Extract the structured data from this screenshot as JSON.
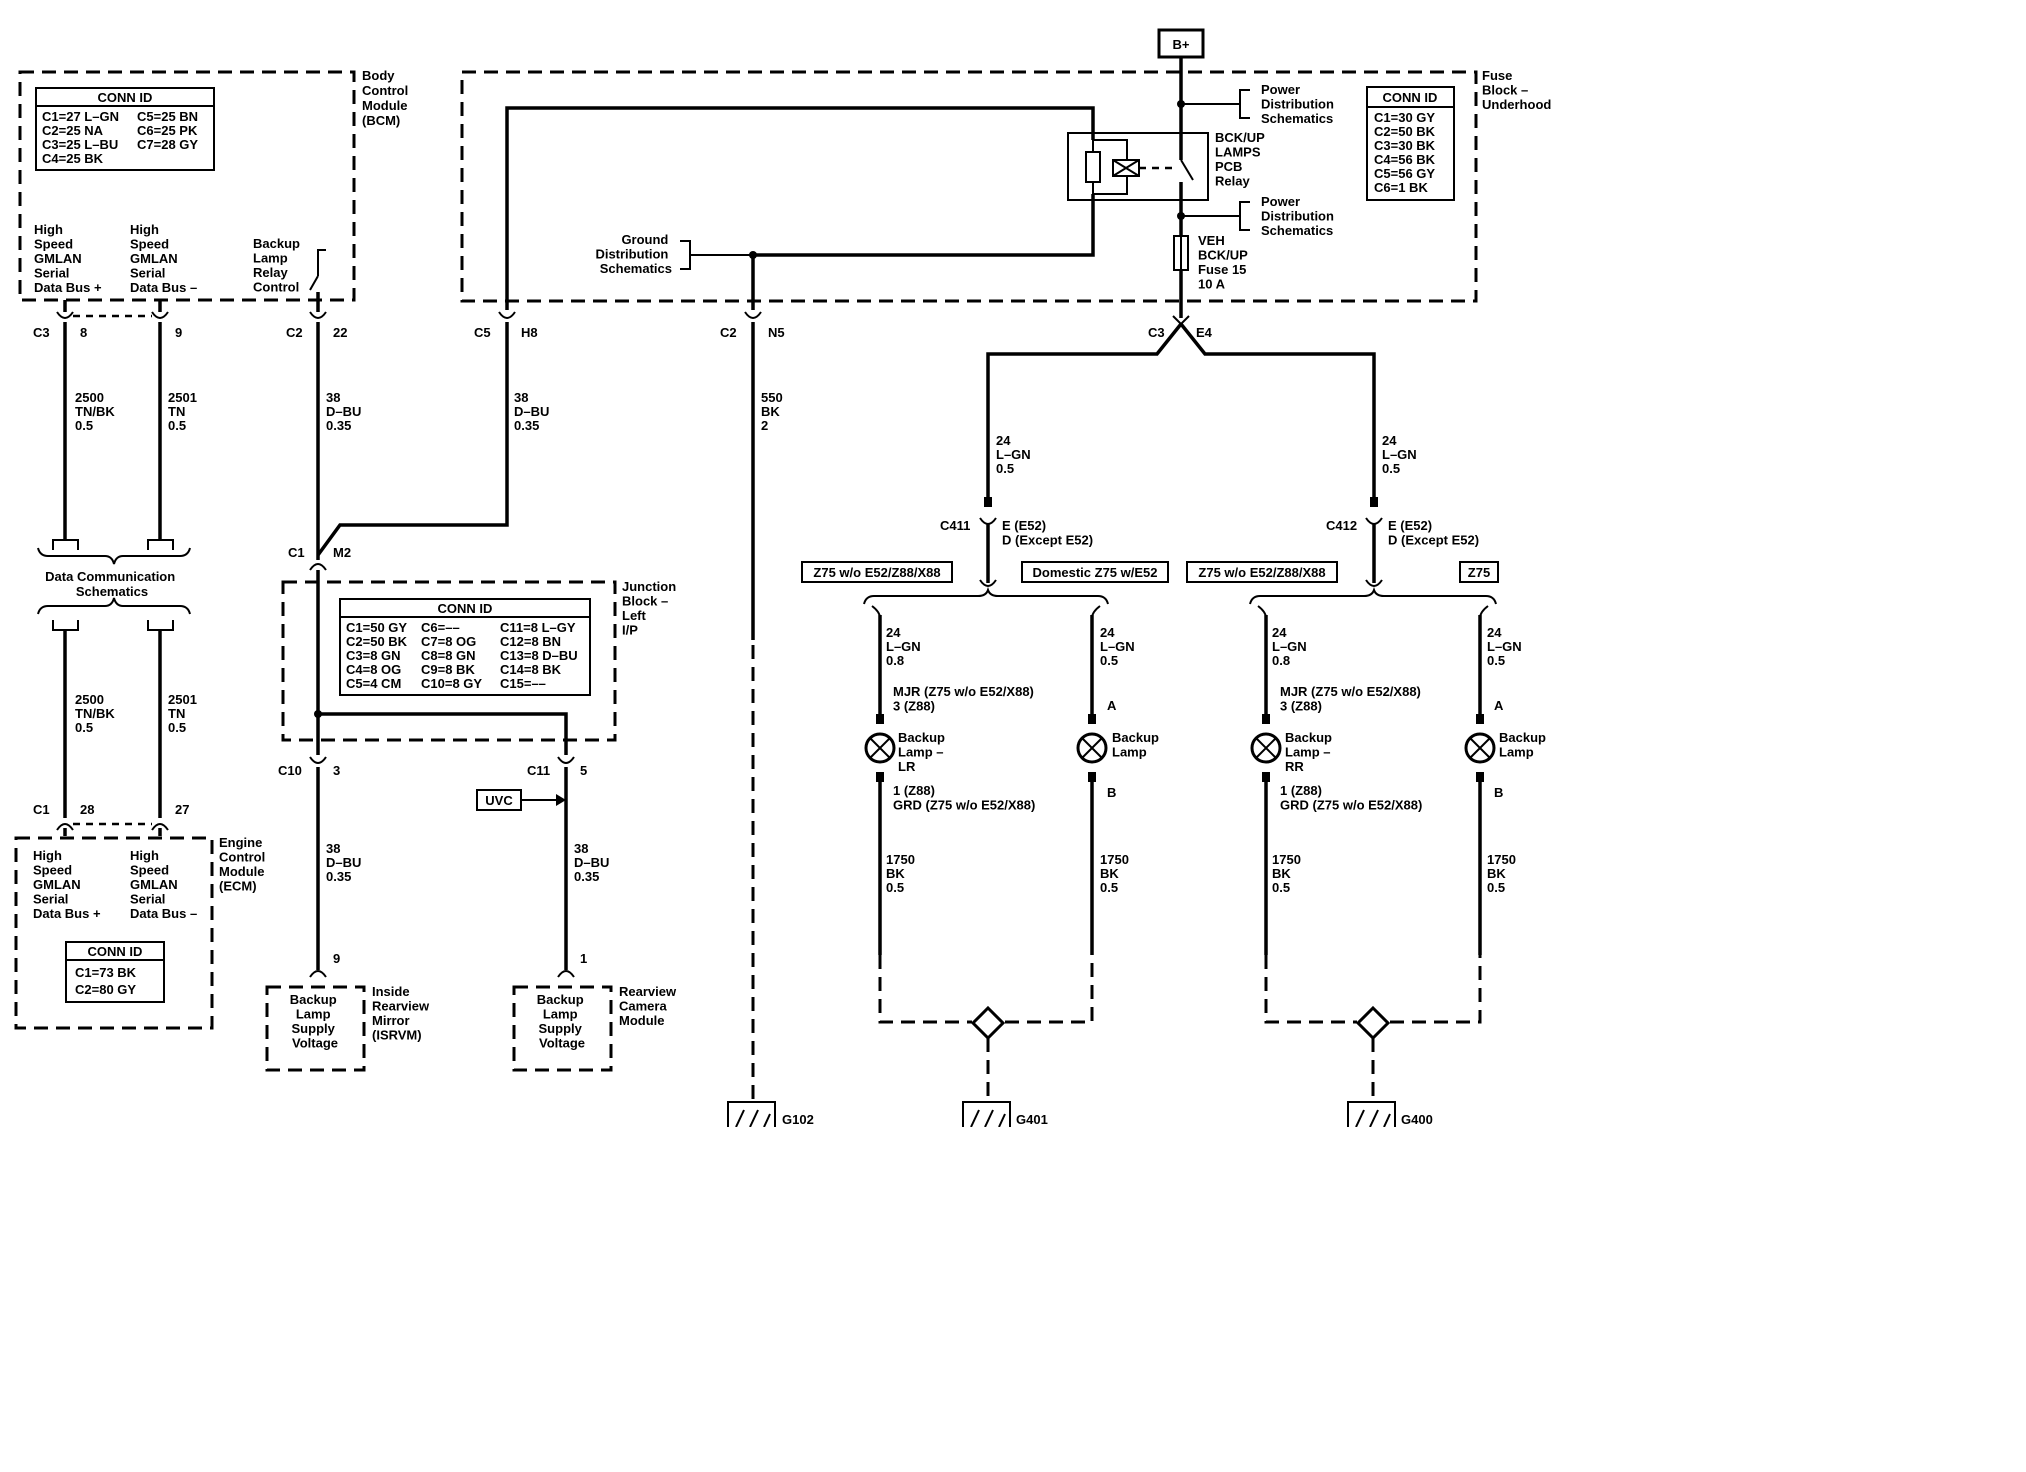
{
  "bplus": "B+",
  "bcm": {
    "name": [
      "Body",
      "Control",
      "Module",
      "(BCM)"
    ],
    "conn_title": "CONN ID",
    "conn_rows": [
      [
        "C1=27 L–GN",
        "C5=25 BN"
      ],
      [
        "C2=25 NA",
        "C6=25 PK"
      ],
      [
        "C3=25 L–BU",
        "C7=28 GY"
      ],
      [
        "C4=25 BK",
        ""
      ]
    ],
    "pin_plus": [
      "High",
      "Speed",
      "GMLAN",
      "Serial",
      "Data Bus +"
    ],
    "pin_minus": [
      "High",
      "Speed",
      "GMLAN",
      "Serial",
      "Data Bus –"
    ],
    "pin_relay": [
      "Backup",
      "Lamp",
      "Relay",
      "Control"
    ]
  },
  "bcm_connectors": {
    "c3": "C3",
    "p8": "8",
    "p9": "9",
    "c2": "C2",
    "p22": "22"
  },
  "wires": {
    "w2500": [
      "2500",
      "TN/BK",
      "0.5"
    ],
    "w2501": [
      "2501",
      "TN",
      "0.5"
    ],
    "w38": [
      "38",
      "D–BU",
      "0.35"
    ],
    "w550": [
      "550",
      "BK",
      "2"
    ],
    "w24_05": [
      "24",
      "L–GN",
      "0.5"
    ],
    "w24_08": [
      "24",
      "L–GN",
      "0.8"
    ],
    "w1750": [
      "1750",
      "BK",
      "0.5"
    ]
  },
  "data_comm": [
    "Data Communication",
    "Schematics"
  ],
  "ecm": {
    "name": [
      "Engine",
      "Control",
      "Module",
      "(ECM)"
    ],
    "c1": "C1",
    "p28": "28",
    "p27": "27",
    "pin_plus": [
      "High",
      "Speed",
      "GMLAN",
      "Serial",
      "Data Bus +"
    ],
    "pin_minus": [
      "High",
      "Speed",
      "GMLAN",
      "Serial",
      "Data Bus –"
    ],
    "conn_title": "CONN ID",
    "conn_rows": [
      "C1=73 BK",
      "C2=80 GY"
    ]
  },
  "fuse_block": {
    "name": [
      "Fuse",
      "Block –",
      "Underhood"
    ],
    "conn_title": "CONN ID",
    "conn_rows": [
      "C1=30 GY",
      "C2=50 BK",
      "C3=30 BK",
      "C4=56 BK",
      "C5=56 GY",
      "C6=1 BK"
    ],
    "power_dist": [
      "Power",
      "Distribution",
      "Schematics"
    ],
    "ground_dist": [
      "Ground",
      "Distribution",
      "Schematics"
    ],
    "relay": [
      "BCK/UP",
      "LAMPS",
      "PCB",
      "Relay"
    ],
    "fuse": [
      "VEH",
      "BCK/UP",
      "Fuse 15",
      "10 A"
    ]
  },
  "fuse_connectors": {
    "c5": "C5",
    "h8": "H8",
    "c2": "C2",
    "n5": "N5",
    "c3": "C3",
    "e4": "E4"
  },
  "junction_block": {
    "name": [
      "Junction",
      "Block –",
      "Left",
      "I/P"
    ],
    "c1": "C1",
    "m2": "M2",
    "conn_title": "CONN ID",
    "conn_rows": [
      [
        "C1=50 GY",
        "C6=––",
        "C11=8 L–GY"
      ],
      [
        "C2=50 BK",
        "C7=8 OG",
        "C12=8 BN"
      ],
      [
        "C3=8 GN",
        "C8=8 GN",
        "C13=8 D–BU"
      ],
      [
        "C4=8 OG",
        "C9=8 BK",
        "C14=8 BK"
      ],
      [
        "C5=4 CM",
        "C10=8 GY",
        "C15=––"
      ]
    ],
    "c10": "C10",
    "p3": "3",
    "c11": "C11",
    "p5": "5"
  },
  "uvc": "UVC",
  "isrvm": {
    "pin": "9",
    "label": [
      "Backup",
      "Lamp",
      "Supply",
      "Voltage"
    ],
    "name": [
      "Inside",
      "Rearview",
      "Mirror",
      "(ISRVM)"
    ]
  },
  "camera": {
    "pin": "1",
    "label": [
      "Backup",
      "Lamp",
      "Supply",
      "Voltage"
    ],
    "name": [
      "Rearview",
      "Camera",
      "Module"
    ]
  },
  "left_lamps": {
    "conn": "C411",
    "conn_pins": [
      "E (E52)",
      "D (Except E52)"
    ],
    "opt_a": "Z75 w/o E52/Z88/X88",
    "opt_b": "Domestic Z75 w/E52",
    "mjr": [
      "MJR (Z75 w/o E52/X88)",
      "3 (Z88)"
    ],
    "grd": [
      "1 (Z88)",
      "GRD (Z75 w/o E52/X88)"
    ],
    "lamp_a": [
      "Backup",
      "Lamp –",
      "LR"
    ],
    "lamp_b": [
      "Backup",
      "Lamp"
    ],
    "pin_a": "A",
    "pin_b": "B",
    "ground": "G401"
  },
  "right_lamps": {
    "conn": "C412",
    "conn_pins": [
      "E (E52)",
      "D (Except E52)"
    ],
    "opt_a": "Z75 w/o E52/Z88/X88",
    "opt_b": "Z75",
    "mjr": [
      "MJR (Z75 w/o E52/X88)",
      "3 (Z88)"
    ],
    "grd": [
      "1 (Z88)",
      "GRD (Z75 w/o E52/X88)"
    ],
    "lamp_a": [
      "Backup",
      "Lamp –",
      "RR"
    ],
    "lamp_b": [
      "Backup",
      "Lamp"
    ],
    "pin_a": "A",
    "pin_b": "B",
    "ground": "G400"
  },
  "ground_g102": "G102"
}
